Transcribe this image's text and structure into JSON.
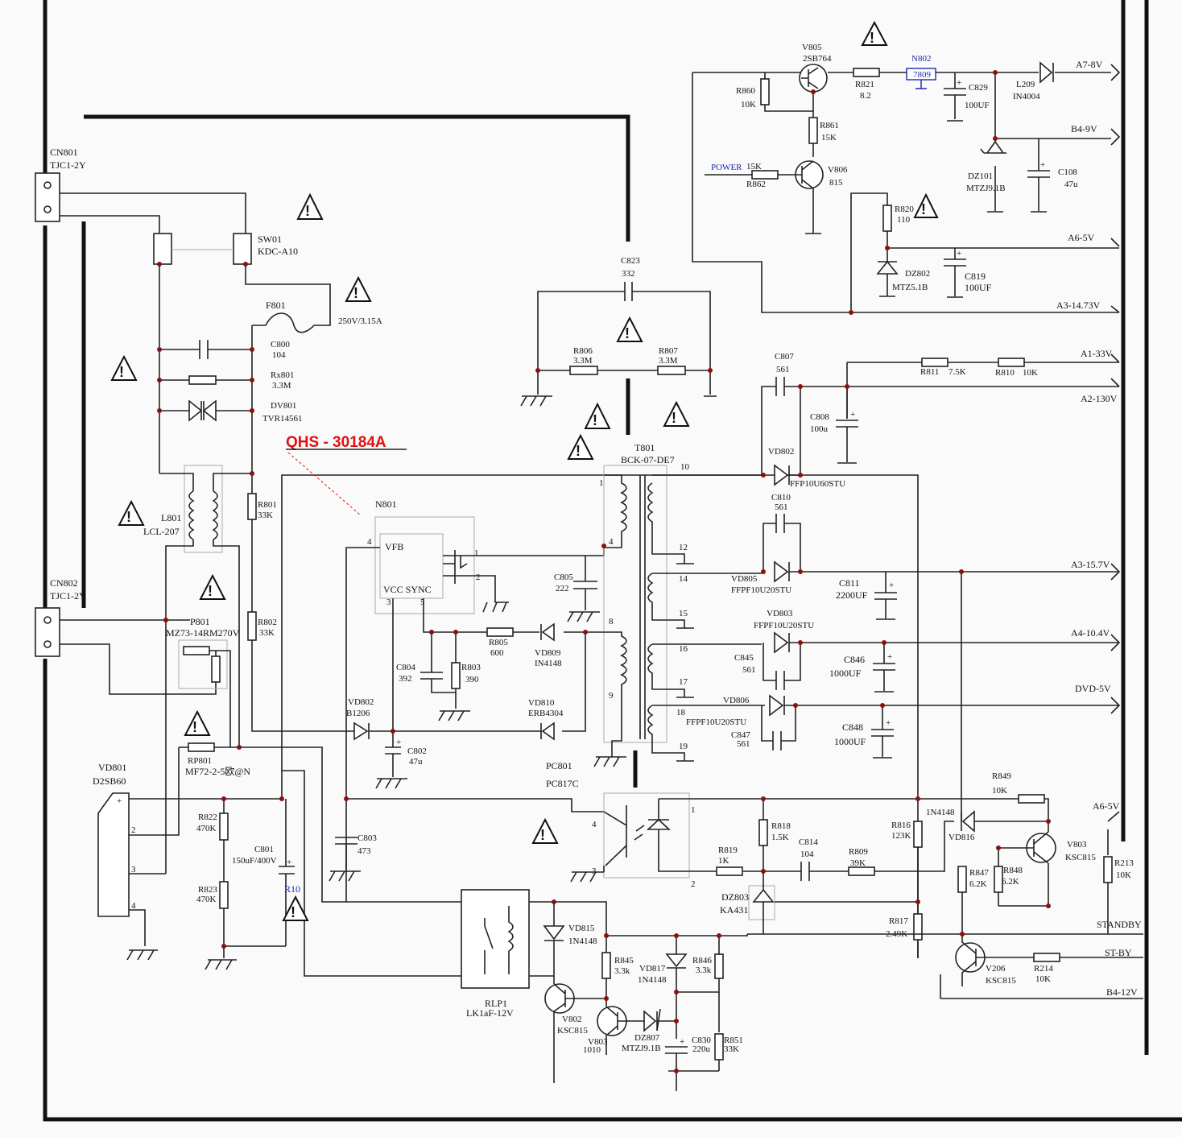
{
  "title": "QHS - 30184A",
  "power_tag": "POWER",
  "warning_glyph": "!",
  "outputs": [
    "A7-8V",
    "B4-9V",
    "A6-5V",
    "A3-14.73V",
    "A1-33V",
    "A2-130V",
    "A3-15.7V",
    "A4-10.4V",
    "DVD-5V",
    "A6-5V",
    "STANDBY",
    "ST-BY",
    "B4-12V"
  ],
  "components": {
    "cn801": [
      "CN801",
      "TJC1-2Y"
    ],
    "cn802": [
      "CN802",
      "TJC1-2Y"
    ],
    "sw01": [
      "SW01",
      "KDC-A10"
    ],
    "f801": [
      "F801",
      "250V/3.15A"
    ],
    "c800": [
      "C800",
      "104"
    ],
    "rx801": [
      "Rx801",
      "3.3M"
    ],
    "dv801": [
      "DV801",
      "TVR14561"
    ],
    "l801": [
      "L801",
      "LCL-207"
    ],
    "r801": [
      "R801",
      "33K"
    ],
    "r802": [
      "R802",
      "33K"
    ],
    "p801": [
      "P801",
      "MZ73-14RM270V"
    ],
    "rp801": [
      "RP801",
      "MF72-2-5欧@N"
    ],
    "vd801": [
      "VD801",
      "D2SB60"
    ],
    "r822": [
      "R822",
      "470K"
    ],
    "r823": [
      "R823",
      "470K"
    ],
    "c801": [
      "C801",
      "150uF/400V"
    ],
    "r10": "R10",
    "n801": [
      "N801",
      "VFB",
      "VCC  SYNC"
    ],
    "c823": [
      "C823",
      "332"
    ],
    "r806": [
      "R806",
      "3.3M"
    ],
    "r807": [
      "R807",
      "3.3M"
    ],
    "t801": [
      "T801",
      "BCK-07-DE7"
    ],
    "c805": [
      "C805",
      "222"
    ],
    "r805": [
      "R805",
      "600"
    ],
    "vd809": [
      "VD809",
      "IN4148"
    ],
    "c804": [
      "C804",
      "392"
    ],
    "r803": [
      "R803",
      "390"
    ],
    "vd802a": [
      "VD802",
      "B1206"
    ],
    "c802": [
      "C802",
      "47u"
    ],
    "vd810": [
      "VD810",
      "ERB4304"
    ],
    "c803": [
      "C803",
      "473"
    ],
    "pc801": [
      "PC801",
      "PC817C"
    ],
    "v805": [
      "V805",
      "2SB764"
    ],
    "r821": [
      "R821",
      "8.2"
    ],
    "n802": [
      "N802",
      "7809"
    ],
    "c829": [
      "C829",
      "100UF"
    ],
    "l209": [
      "L209",
      "IN4004"
    ],
    "r860": [
      "R860",
      "10K"
    ],
    "r861": [
      "R861",
      "15K"
    ],
    "r862": [
      "15K",
      "R862"
    ],
    "v806": [
      "V806",
      "815"
    ],
    "dz101": [
      "DZ101",
      "MTZJ9.1B"
    ],
    "c108": [
      "C108",
      "47u"
    ],
    "r820": [
      "R820",
      "110"
    ],
    "dz802": [
      "DZ802",
      "MTZ5.1B"
    ],
    "c819": [
      "C819",
      "100UF"
    ],
    "c807": [
      "C807",
      "561"
    ],
    "r811": [
      "R811",
      "7.5K"
    ],
    "r810": [
      "R810",
      "10K"
    ],
    "c808": [
      "C808",
      "100u"
    ],
    "vd802b": [
      "VD802",
      "FFP10U60STU"
    ],
    "c810": [
      "C810",
      "561"
    ],
    "vd805": [
      "VD805",
      "FFPF10U20STU"
    ],
    "c811": [
      "C811",
      "2200UF"
    ],
    "vd803": [
      "VD803",
      "FFPF10U20STU"
    ],
    "c845": [
      "C845",
      "561"
    ],
    "c846": [
      "C846",
      "1000UF"
    ],
    "vd806": [
      "VD806",
      "FFPF10U20STU"
    ],
    "c847": [
      "C847",
      "561"
    ],
    "c848": [
      "C848",
      "1000UF"
    ],
    "r849": [
      "R849",
      "10K"
    ],
    "r816": [
      "R816",
      "123K"
    ],
    "vd816": [
      "1N4148",
      "VD816"
    ],
    "v803a": [
      "V803",
      "KSC815"
    ],
    "r213": [
      "R213",
      "10K"
    ],
    "r818": [
      "R818",
      "1.5K"
    ],
    "r819": [
      "R819",
      "1K"
    ],
    "c814": [
      "C814",
      "104"
    ],
    "r809": [
      "R809",
      "39K"
    ],
    "r847": [
      "R847",
      "6.2K"
    ],
    "r848": [
      "R848",
      "6.2K"
    ],
    "dz803": [
      "DZ803",
      "KA431"
    ],
    "r817": [
      "R817",
      "2.49K"
    ],
    "v206": [
      "V206",
      "KSC815"
    ],
    "r214": [
      "R214",
      "10K"
    ],
    "rlp1": [
      "RLP1",
      "LK1aF-12V"
    ],
    "vd815": [
      "VD815",
      "1N4148"
    ],
    "r845": [
      "R845",
      "3.3k"
    ],
    "vd817": [
      "VD817",
      "1N4148"
    ],
    "r846": [
      "R846",
      "3.3k"
    ],
    "v802": [
      "V802",
      "KSC815"
    ],
    "v803b": [
      "V803",
      "1010"
    ],
    "dz807": [
      "DZ807",
      "MTZJ9.1B"
    ],
    "c830": [
      "C830",
      "220u"
    ],
    "r851": [
      "R851",
      "33K"
    ]
  },
  "pins": {
    "n801": [
      "4",
      "3",
      "5",
      "1",
      "2"
    ],
    "t801": [
      "1",
      "4",
      "10",
      "12",
      "14",
      "15",
      "16",
      "17",
      "18",
      "19",
      "8",
      "9"
    ],
    "pc801": [
      "1",
      "4",
      "3",
      "2"
    ],
    "vd801": [
      "+",
      "2",
      "3",
      "4"
    ]
  },
  "colors": {
    "ink": "#222222",
    "title_red": "#e01010",
    "net_blue": "#1a2aa8",
    "node": "#8b1010"
  }
}
